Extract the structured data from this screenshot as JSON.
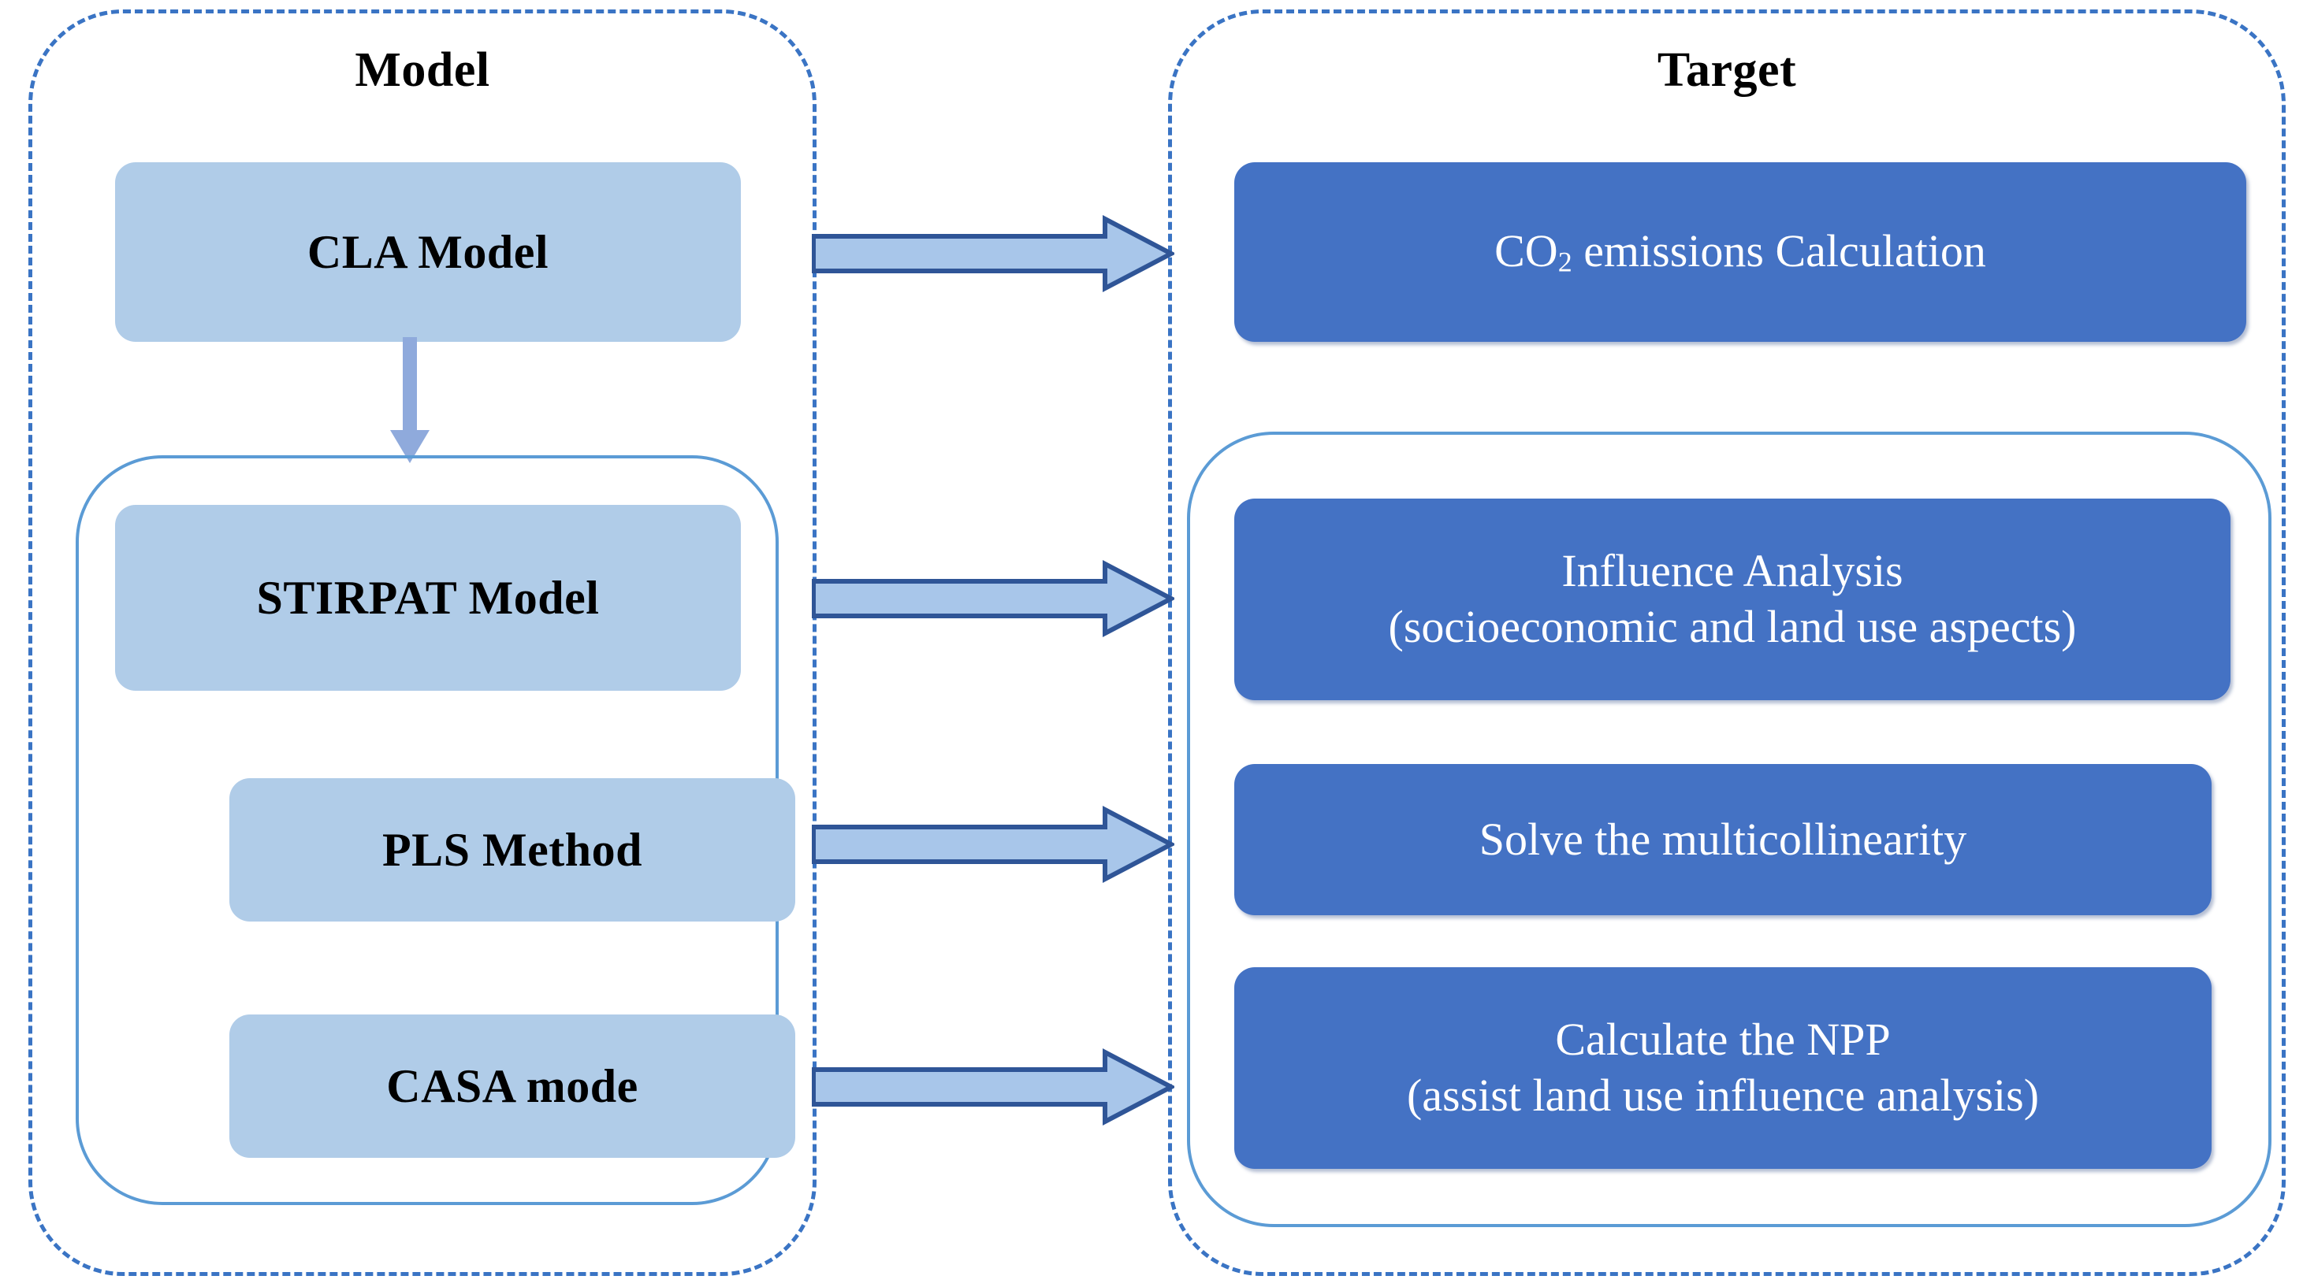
{
  "diagram": {
    "title_model": "Model",
    "title_target": "Target",
    "model_nodes": [
      {
        "id": "cla",
        "label": "CLA Model"
      },
      {
        "id": "stirpat",
        "label": "STIRPAT Model"
      },
      {
        "id": "pls",
        "label": "PLS Method"
      },
      {
        "id": "casa",
        "label": "CASA mode"
      }
    ],
    "target_nodes": [
      {
        "id": "co2",
        "line1": "CO",
        "sub": "2",
        "line1b": " emissions Calculation",
        "line2": ""
      },
      {
        "id": "influence",
        "line1": "Influence Analysis",
        "line2": "(socioeconomic and land use aspects)"
      },
      {
        "id": "multicollinearity",
        "line1": "Solve the multicollinearity",
        "line2": ""
      },
      {
        "id": "npp",
        "line1": "Calculate the NPP",
        "line2": "(assist land use influence analysis)"
      }
    ],
    "connections": [
      {
        "from": "cla",
        "to": "co2",
        "kind": "block-arrow-right"
      },
      {
        "from": "stirpat",
        "to": "influence",
        "kind": "block-arrow-right"
      },
      {
        "from": "pls",
        "to": "multicollinearity",
        "kind": "block-arrow-right"
      },
      {
        "from": "casa",
        "to": "npp",
        "kind": "block-arrow-right"
      },
      {
        "from": "cla",
        "to": "stirpat",
        "kind": "line-arrow-down"
      }
    ],
    "colors": {
      "dashed_border": "#3a74c4",
      "inner_border": "#5b9bd5",
      "node_light_fill": "#b0cce8",
      "node_dark_fill": "#4472c4",
      "arrow_fill": "#a8c6ea",
      "arrow_stroke": "#2f5597",
      "down_arrow": "#8faadc",
      "text_dark": "#000000",
      "text_light": "#ffffff",
      "background": "#ffffff"
    }
  }
}
